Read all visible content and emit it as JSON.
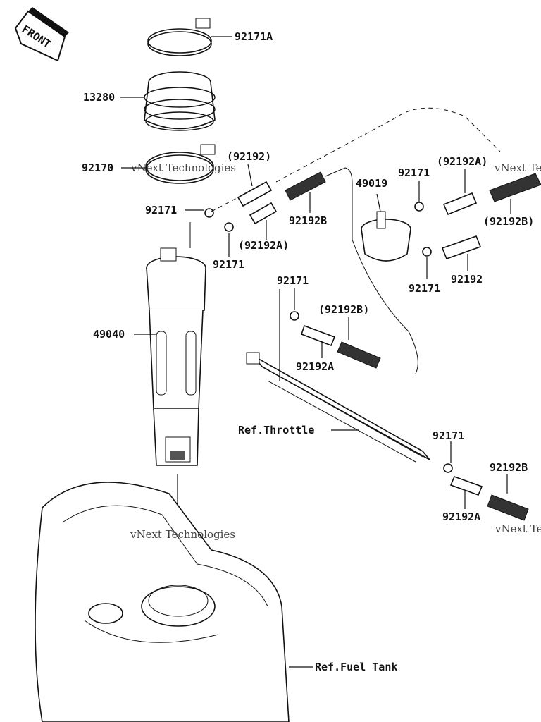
{
  "front_badge": "FRONT",
  "callouts": {
    "p92171A": "92171A",
    "p13280": "13280",
    "p92170": "92170",
    "p92192_top": "(92192)",
    "p92171_a": "92171",
    "p92192B_a": "92192B",
    "p92192A_a": "(92192A)",
    "p92171_b": "92171",
    "p49040": "49040",
    "p49019": "49019",
    "p92171_c": "92171",
    "p92192A_b": "(92192A)",
    "p92192B_b": "(92192B)",
    "p92171_d": "92171",
    "p92192_b": "92192",
    "p92171_e": "92171",
    "p92192B_c": "(92192B)",
    "p92192A_c": "92192A",
    "ref_throttle": "Ref.Throttle",
    "p92171_f": "92171",
    "p92192B_d": "92192B",
    "p92192A_d": "92192A",
    "ref_fuel_tank": "Ref.Fuel Tank"
  },
  "watermark": {
    "line1": "vNext Technologies",
    "line2": "Technologies",
    "line3": "vNext"
  }
}
